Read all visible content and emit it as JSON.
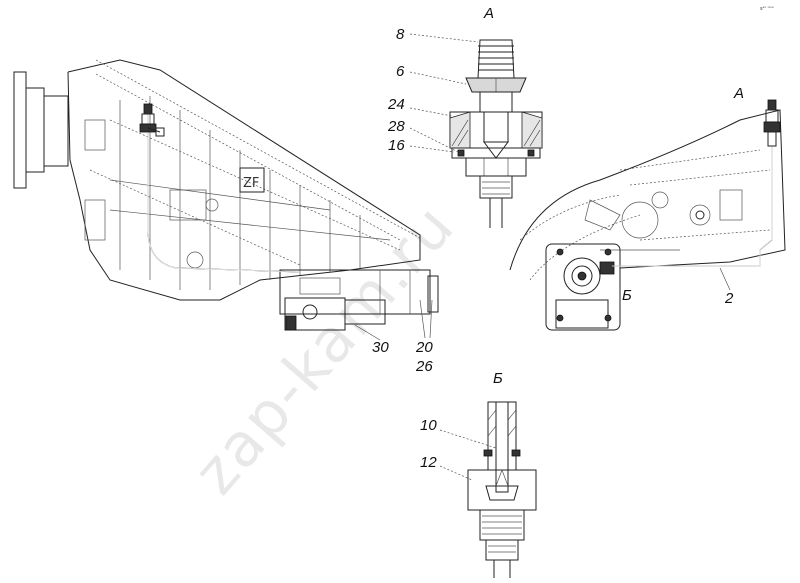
{
  "corner_note": "sᵉʳ ᵒᵒᵒ",
  "watermark": "zap-kam.ru",
  "views": {
    "a_top": "А",
    "a_right": "А",
    "b_mid": "Б",
    "b_bottom": "Б"
  },
  "callouts": {
    "c8": "8",
    "c6": "6",
    "c24": "24",
    "c28": "28",
    "c16": "16",
    "c2": "2",
    "c30": "30",
    "c20": "20",
    "c26": "26",
    "c10": "10",
    "c12": "12"
  }
}
